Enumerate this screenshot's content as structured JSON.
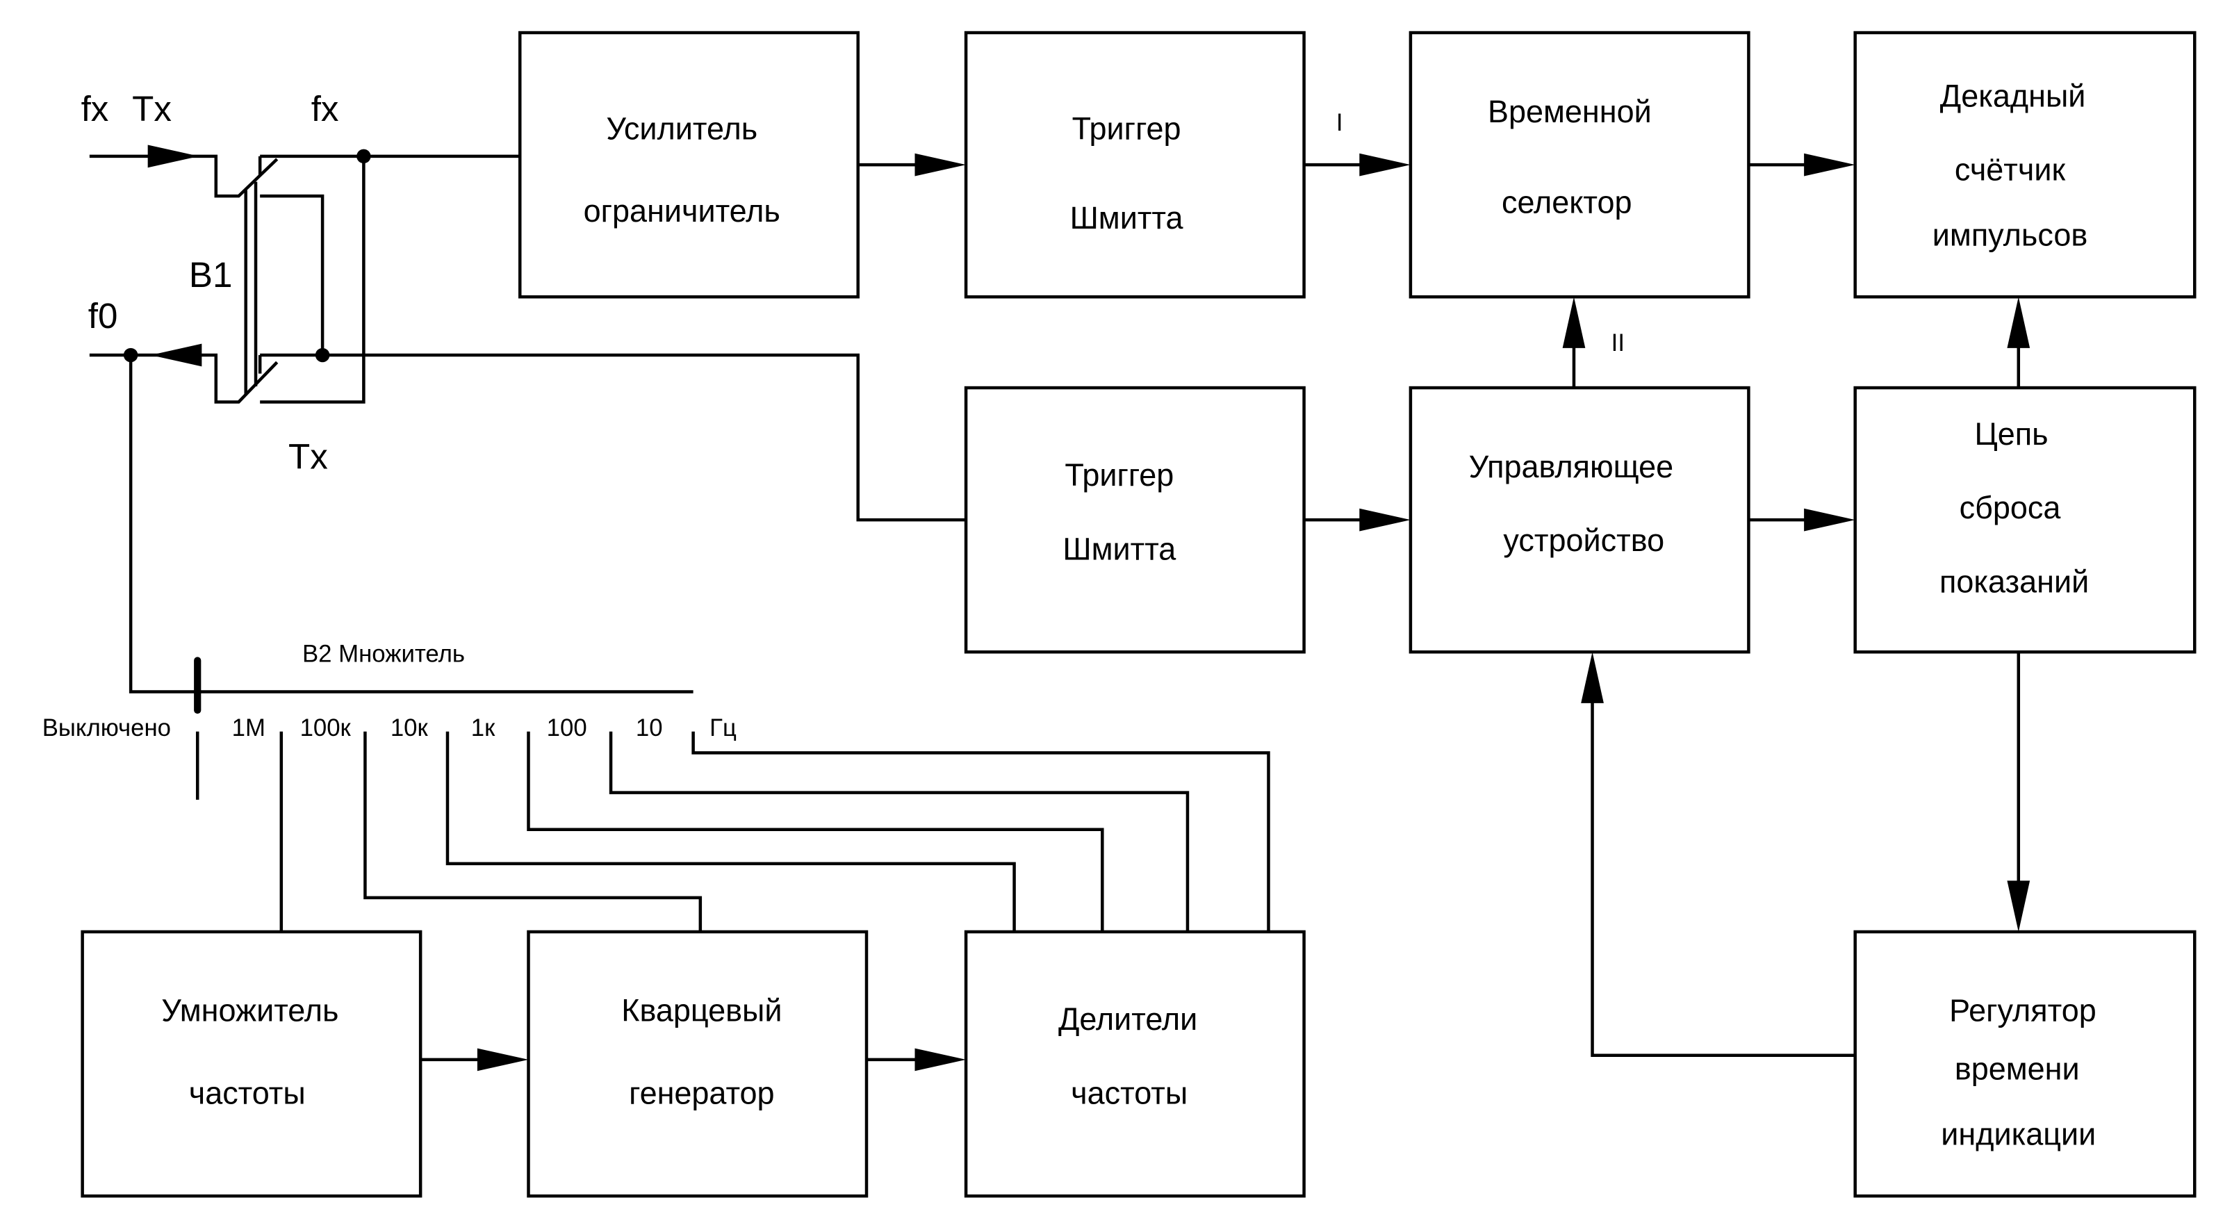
{
  "inputs": {
    "fx_in": "fx",
    "tx_in": "Tx",
    "fx_out": "fx",
    "f0": "f0",
    "b1": "B1",
    "tx_out": "Tx"
  },
  "signal_labels": {
    "i": "I",
    "ii": "II"
  },
  "switch_b2": {
    "title": "B2 Множитель",
    "positions": [
      "Выключено",
      "1M",
      "100к",
      "10к",
      "1к",
      "100",
      "10",
      "Гц"
    ]
  },
  "blocks": {
    "amplifier": [
      "Усилитель",
      "ограничитель"
    ],
    "schmitt1": [
      "Триггер",
      "Шмитта"
    ],
    "time_selector": [
      "Временной",
      "селектор"
    ],
    "decade_counter": [
      "Декадный",
      "счётчик",
      "импульсов"
    ],
    "schmitt2": [
      "Триггер",
      "Шмитта"
    ],
    "control_unit": [
      "Управляющее",
      "устройство"
    ],
    "reset_circuit": [
      "Цепь",
      "сброса",
      "показаний"
    ],
    "multiplier": [
      "Умножитель",
      "частоты"
    ],
    "crystal_osc": [
      "Кварцевый",
      "генератор"
    ],
    "dividers": [
      "Делители",
      "частоты"
    ],
    "display_time": [
      "Регулятор",
      "времени",
      "индикации"
    ]
  }
}
